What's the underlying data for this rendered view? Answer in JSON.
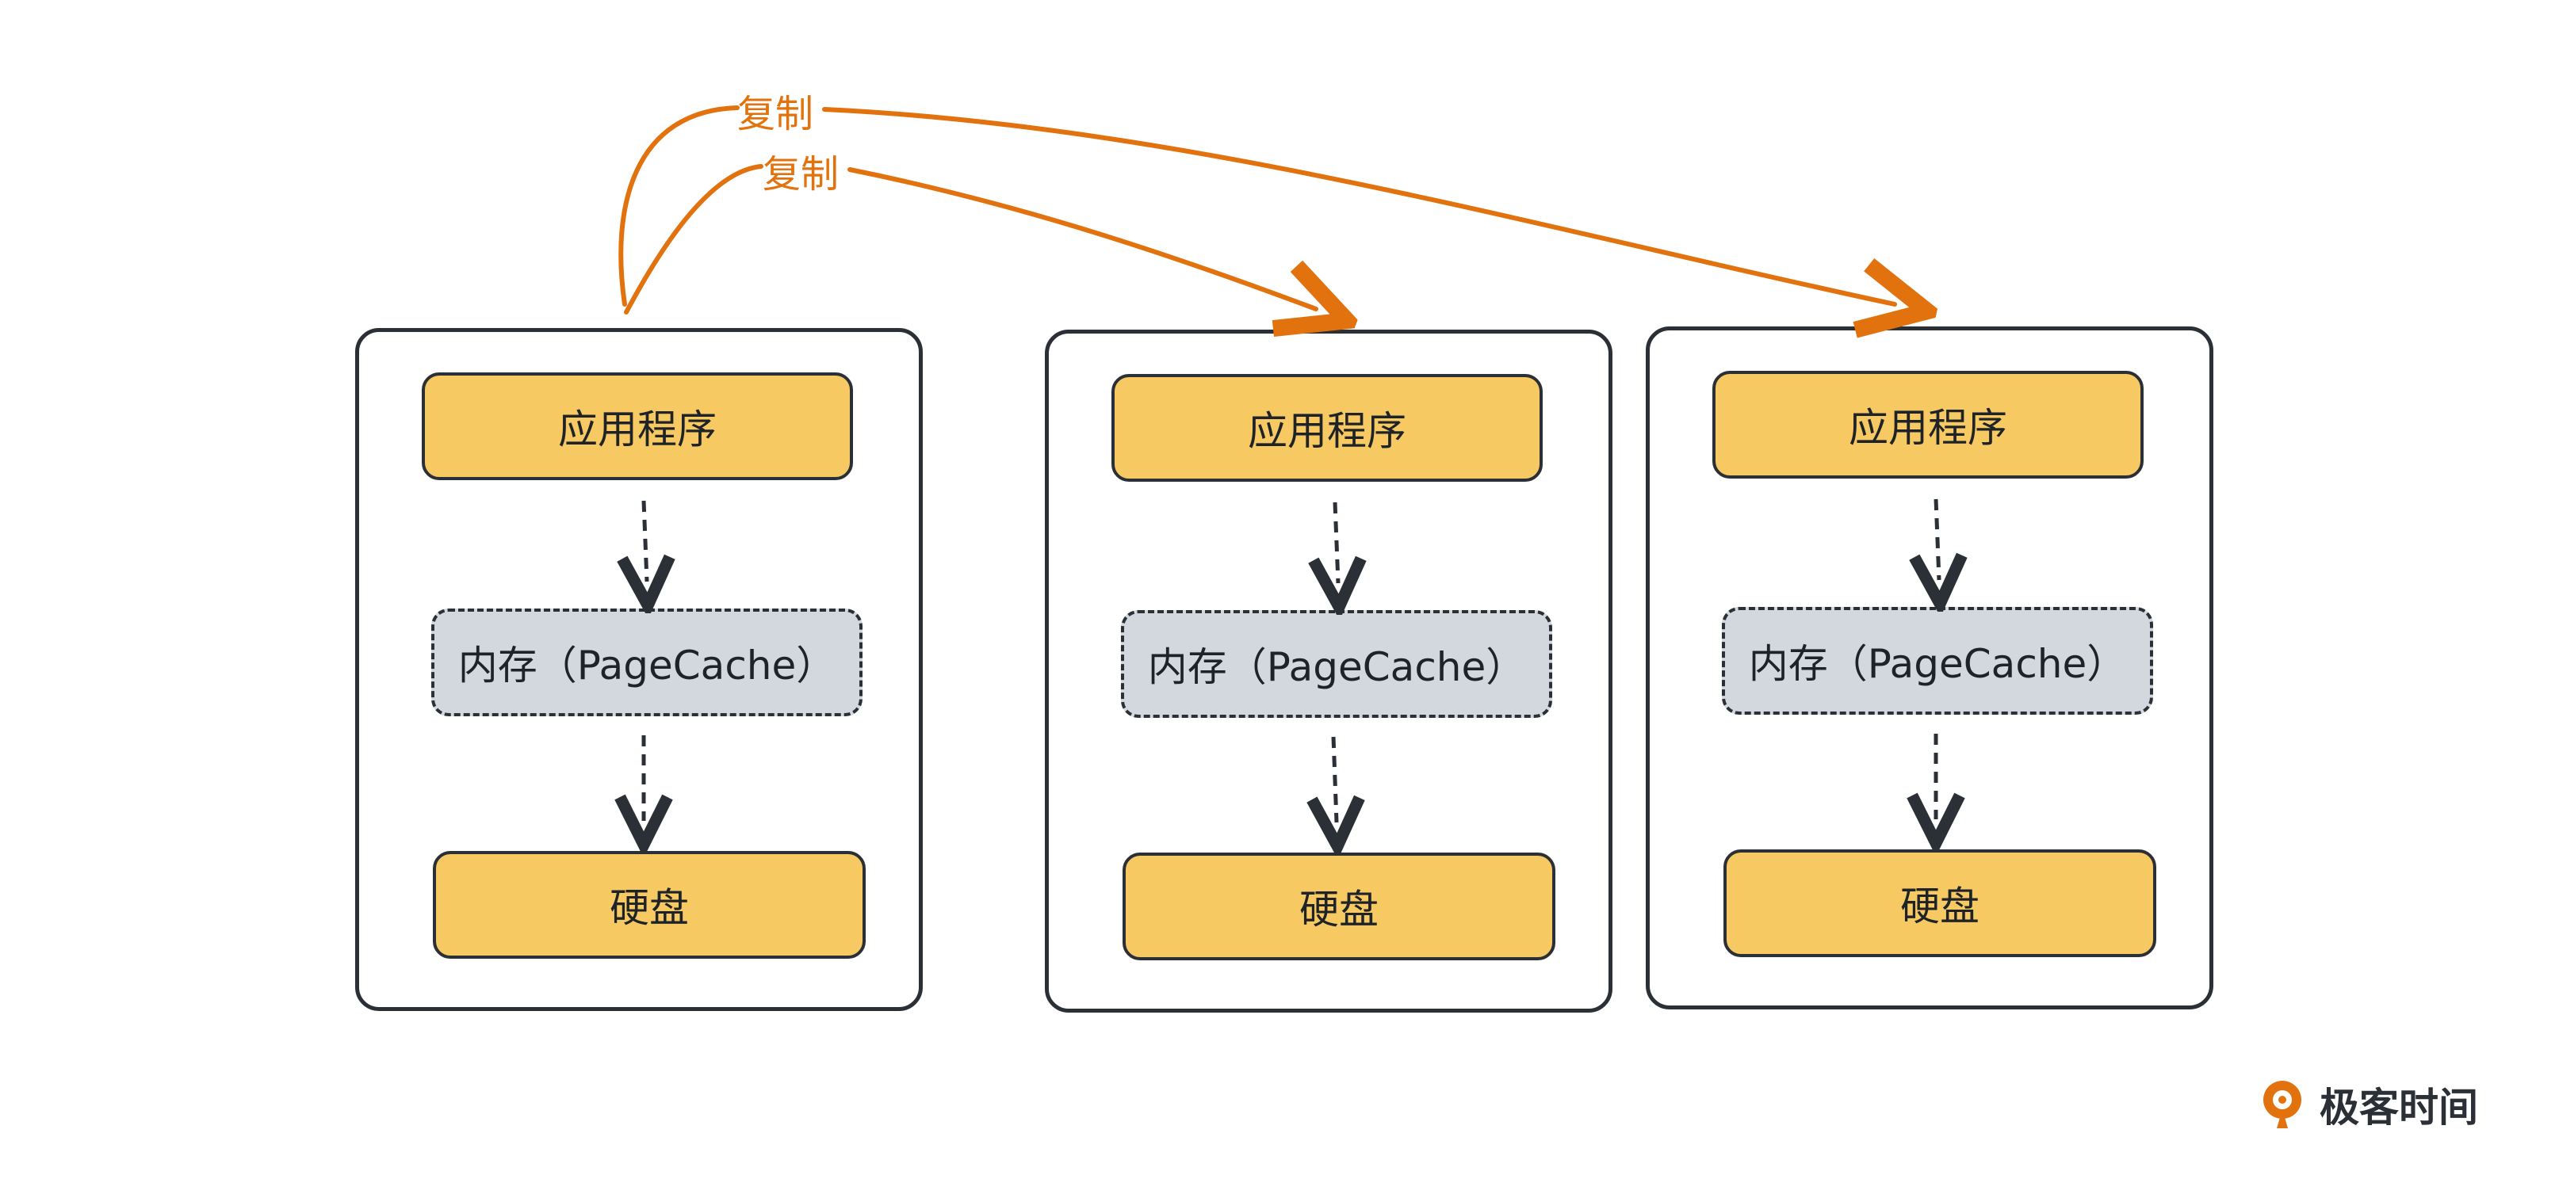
{
  "servers": [
    {
      "application": "应用程序",
      "memory": "内存（PageCache）",
      "disk": "硬盘"
    },
    {
      "application": "应用程序",
      "memory": "内存（PageCache）",
      "disk": "硬盘"
    },
    {
      "application": "应用程序",
      "memory": "内存（PageCache）",
      "disk": "硬盘"
    }
  ],
  "replication": {
    "labels": [
      "复制",
      "复制"
    ],
    "color": "#e2720d"
  },
  "brand": {
    "name": "极客时间"
  },
  "colors": {
    "application_fill": "#f7c962",
    "cache_fill": "#d3d7de",
    "stroke": "#2b2f36"
  },
  "icons": {
    "brand_logo": "brand-logo-icon"
  }
}
